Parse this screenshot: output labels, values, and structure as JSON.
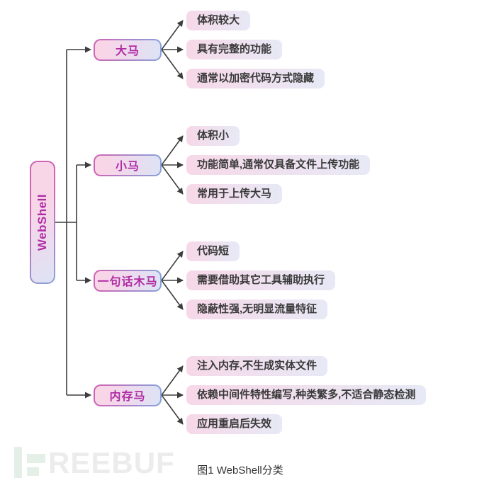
{
  "diagram": {
    "root": {
      "label": "WebShell"
    },
    "categories": [
      {
        "label": "大马",
        "children": [
          "体积较大",
          "具有完整的功能",
          "通常以加密代码方式隐藏"
        ]
      },
      {
        "label": "小马",
        "children": [
          "体积小",
          "功能简单,通常仅具备文件上传功能",
          "常用于上传大马"
        ]
      },
      {
        "label": "一句话木马",
        "children": [
          "代码短",
          "需要借助其它工具辅助执行",
          "隐蔽性强,无明显流量特征"
        ]
      },
      {
        "label": "内存马",
        "children": [
          "注入内存,不生成实体文件",
          "依赖中间件特性编写,种类繁多,不适合静态检测",
          "应用重启后失效"
        ]
      }
    ],
    "caption": "图1 WebShell分类",
    "watermark": "REEBUF",
    "colors": {
      "node_text": "#b12da4",
      "leaf_text": "#3a3a3a",
      "line": "#3d3d3d",
      "node_fill_start": "#f8d5e7",
      "node_fill_end": "#dde3f5",
      "node_border_start": "#cf64b4",
      "node_border_end": "#8aa3da",
      "leaf_fill_start": "#f7d8e8",
      "leaf_fill_end": "#e7e9f6",
      "logo_green": "#e3efe7",
      "logo_gray": "#ececec"
    }
  }
}
